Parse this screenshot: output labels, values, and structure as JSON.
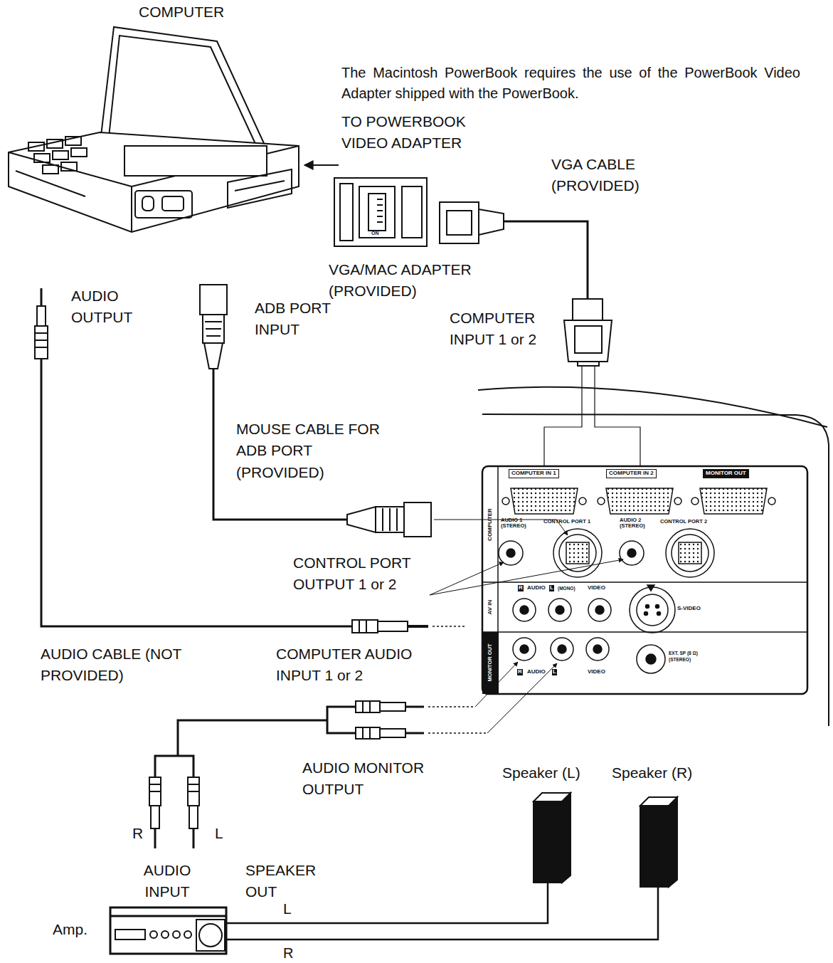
{
  "diagram": {
    "nodes": [
      {
        "text": [
          "COMPUTER IN 1"
        ]
      },
      {
        "text": [
          "COMPUTER IN 2"
        ]
      },
      {
        "text": [
          "MONITOR OUT"
        ]
      }
    ],
    "labels": [
      "COMPUTER",
      "The Macintosh PowerBook requires the use of the PowerBook Video Adapter shipped with the PowerBook.",
      "TO POWERBOOK VIDEO ADAPTER",
      "VGA CABLE (PROVIDED)",
      "ON",
      "VGA/MAC ADAPTER (PROVIDED)",
      "AUDIO OUTPUT",
      "ADB PORT INPUT",
      "COMPUTER INPUT 1 or 2",
      "MOUSE CABLE FOR ADB PORT (PROVIDED)",
      "CONTROL PORT OUTPUT 1 or 2",
      "AUDIO CABLE (NOT PROVIDED)",
      "COMPUTER AUDIO INPUT 1 or 2",
      "AUDIO MONITOR OUTPUT",
      "Speaker (L)",
      "Speaker (R)",
      "R",
      "L",
      "AUDIO INPUT",
      "SPEAKER OUT",
      "L",
      "R",
      "Amp.",
      "AUDIO 1 (STEREO)",
      "CONTROL PORT 1",
      "AUDIO 2 (STEREO)",
      "CONTROL PORT 2",
      "COMPUTER",
      "AV IN",
      "R",
      "AUDIO",
      "L",
      "(MONO)",
      "VIDEO",
      "S-VIDEO",
      "MONITOR OUT",
      "R",
      "AUDIO",
      "L",
      "VIDEO",
      "EXT. SP (8 Ω)",
      "(STEREO)"
    ]
  }
}
